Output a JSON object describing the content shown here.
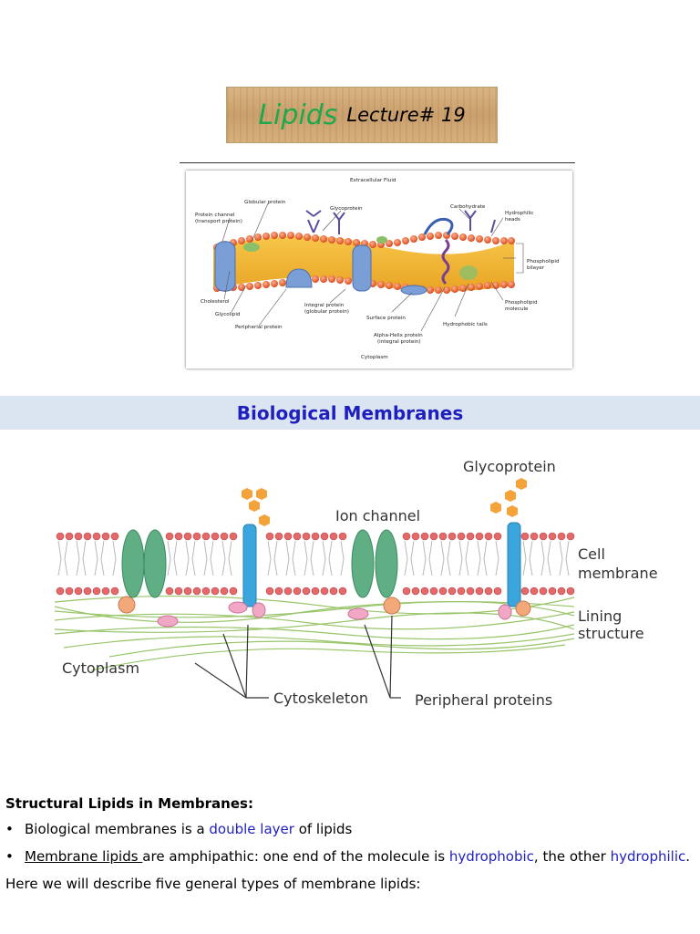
{
  "title": {
    "word1": "Lipids",
    "word2": "Lecture# 19"
  },
  "figure1": {
    "labels": {
      "extracellular": "Extracellular Fluid",
      "globular": "Globular protein",
      "glycoprotein": "Glycoprotein",
      "carbohydrate": "Carbohydrate",
      "channel1": "Protein channel",
      "channel2": "(transport protein)",
      "heads1": "Hydrophilic",
      "heads2": "heads",
      "bilayer1": "Phospholipid",
      "bilayer2": "bilayer",
      "cholesterol": "Cholesterol",
      "glycolipid": "Glycolipid",
      "integral1": "Integral protein",
      "integral2": "(globular protein)",
      "surface": "Surface protein",
      "tails": "Hydrophobic tails",
      "molecule1": "Phospholipid",
      "molecule2": "molecule",
      "peripheral": "Peripherial protein",
      "alpha1": "Alpha-Helix protein",
      "alpha2": "(integral protein)",
      "cytoplasm": "Cytoplasm"
    }
  },
  "section": {
    "title": "Biological Membranes"
  },
  "figure2": {
    "labels": {
      "glycoprotein": "Glycoprotein",
      "ion_channel": "Ion channel",
      "cell1": "Cell",
      "cell2": "membrane",
      "lining1": "Lining",
      "lining2": "structure",
      "cytoplasm": "Cytoplasm",
      "cytoskeleton": "Cytoskeleton",
      "peripheral": "Peripheral proteins"
    }
  },
  "body": {
    "heading": "Structural Lipids in Membranes:",
    "b1_pre": "Biological membranes is a ",
    "b1_blue": "double layer",
    "b1_post": " of lipids",
    "b2_u": "Membrane lipids ",
    "b2_mid": "are amphipathic: one end of the molecule is ",
    "b2_blue1": "hydrophobic",
    "b2_mid2": ", the other ",
    "b2_blue2": "hydrophilic",
    "b2_end": ".",
    "last": "Here we will describe five general types of membrane lipids:"
  }
}
